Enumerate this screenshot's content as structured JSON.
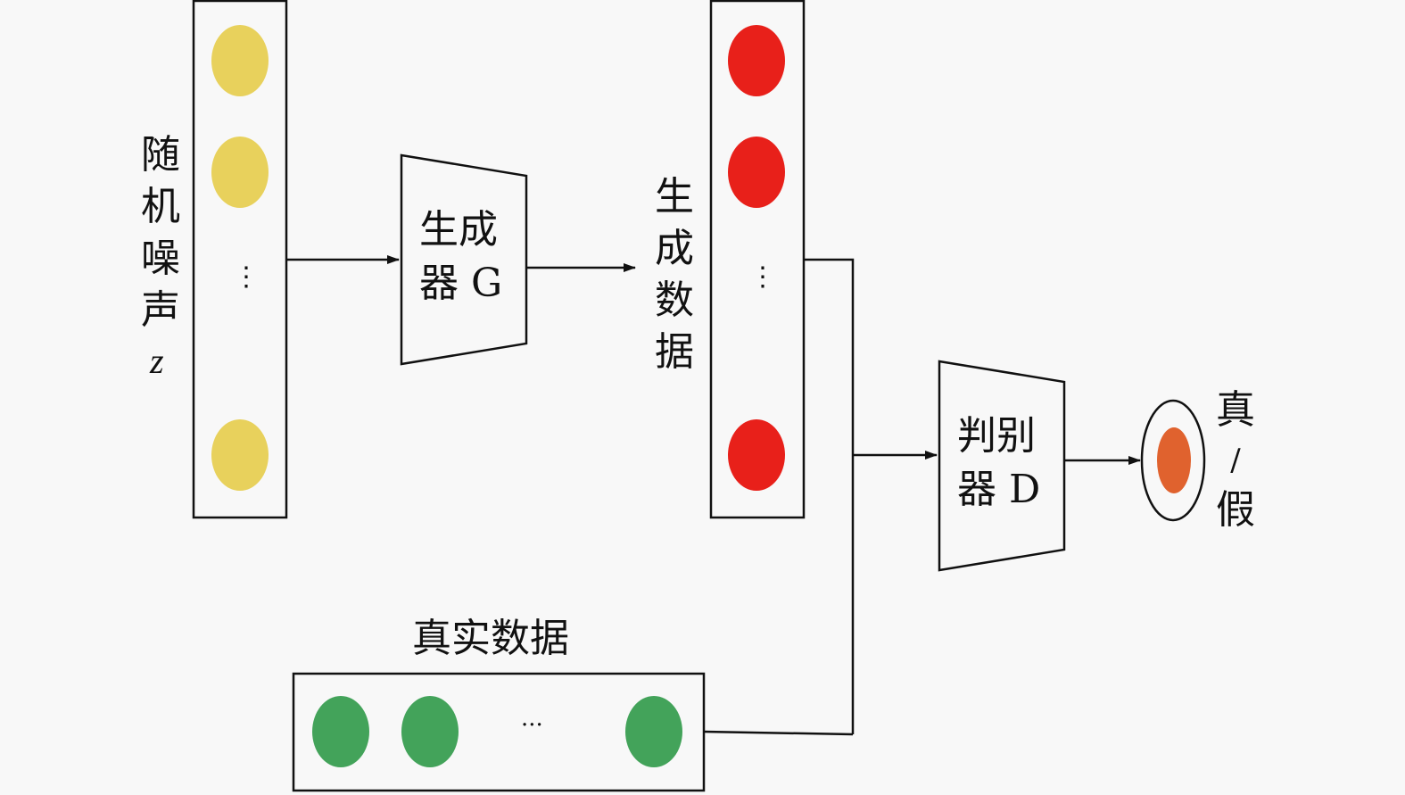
{
  "title": "GAN architecture diagram",
  "colors": {
    "noise_node": "#e8d15c",
    "generated_node": "#e8201a",
    "real_node": "#43a35a",
    "output_node": "#e0622e",
    "stroke": "#111111"
  },
  "noise": {
    "label_chars": [
      "随",
      "机",
      "噪",
      "声"
    ],
    "variable": "z",
    "ellipsis": "⋮"
  },
  "generator": {
    "line1": "生成",
    "line2": "器 G"
  },
  "generated": {
    "label_chars": [
      "生",
      "成",
      "数",
      "据"
    ],
    "ellipsis": "⋮"
  },
  "discriminator": {
    "line1": "判别",
    "line2": "器 D"
  },
  "output": {
    "label_chars": [
      "真",
      "/",
      "假"
    ]
  },
  "real": {
    "label": "真实数据",
    "ellipsis": "···"
  }
}
